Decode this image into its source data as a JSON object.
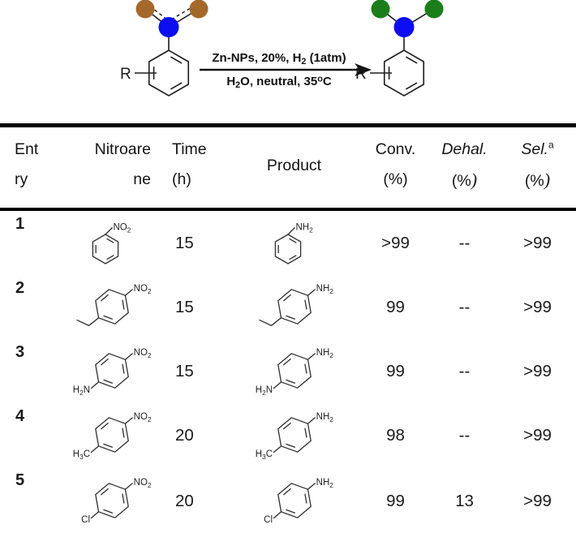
{
  "scheme": {
    "r_label": "R",
    "conditions_top": "Zn-NPs, 20%, H₂ (1atm)",
    "conditions_bottom": "H₂O, neutral, 35ºC",
    "colors": {
      "nitrogen_blue": "#0d0df2",
      "oxygen_brown": "#a5682b",
      "hydrogen_green": "#1b7e1b",
      "bond_black": "#1c1c1c"
    },
    "reactant": {
      "ring": "mono-scheme",
      "satellites": "oxygen"
    },
    "product": {
      "ring": "mono-scheme",
      "satellites": "hydrogen"
    }
  },
  "table": {
    "headers": {
      "entry": {
        "line1": "Ent",
        "line2": "ry"
      },
      "nitroarene": {
        "line1": "Nitroare",
        "line2": "ne"
      },
      "time": {
        "line1": "Time",
        "line2": "(h)"
      },
      "product": {
        "label": "Product"
      },
      "conv": {
        "line1": "Conv.",
        "unit": "(%)"
      },
      "dehal": {
        "line1": "Dehal.",
        "unit_open": "(%",
        "unit_close": ")"
      },
      "sel": {
        "line1": "Sel.",
        "sup": "a",
        "unit_open": "(%",
        "unit_close": ")"
      }
    },
    "rows": [
      {
        "entry": "1",
        "time": "15",
        "conv": ">99",
        "dehal": "--",
        "sel": ">99",
        "nitroarene": {
          "ring": "mono",
          "top": "NO₂"
        },
        "product": {
          "ring": "mono",
          "top": "NH₂"
        }
      },
      {
        "entry": "2",
        "time": "15",
        "conv": "99",
        "dehal": "--",
        "sel": ">99",
        "nitroarene": {
          "ring": "para",
          "top": "NO₂",
          "bottom": "ethyl"
        },
        "product": {
          "ring": "para",
          "top": "NH₂",
          "bottom": "ethyl"
        }
      },
      {
        "entry": "3",
        "time": "15",
        "conv": "99",
        "dehal": "--",
        "sel": ">99",
        "nitroarene": {
          "ring": "para",
          "top": "NO₂",
          "bottom": "H₂N"
        },
        "product": {
          "ring": "para",
          "top": "NH₂",
          "bottom": "H₂N"
        }
      },
      {
        "entry": "4",
        "time": "20",
        "conv": "98",
        "dehal": "--",
        "sel": ">99",
        "nitroarene": {
          "ring": "para",
          "top": "NO₂",
          "bottom": "H₃C"
        },
        "product": {
          "ring": "para",
          "top": "NH₂",
          "bottom": "H₃C"
        }
      },
      {
        "entry": "5",
        "time": "20",
        "conv": "99",
        "dehal": "13",
        "sel": ">99",
        "nitroarene": {
          "ring": "para",
          "top": "NO₂",
          "bottom": "Cl"
        },
        "product": {
          "ring": "para",
          "top": "NH₂",
          "bottom": "Cl"
        }
      }
    ]
  }
}
